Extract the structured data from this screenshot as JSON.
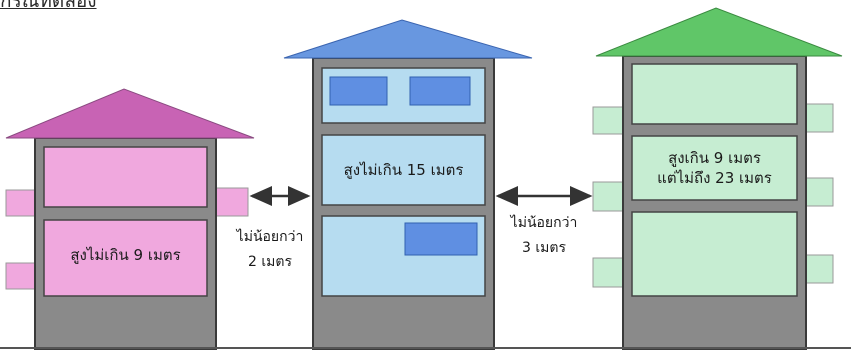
{
  "title": "กรณีทดลอง",
  "colors": {
    "roof_left": "#c863b4",
    "wall_left": "#f0a8de",
    "roof_center": "#6897e0",
    "wall_center": "#b6dcf0",
    "window_center": "#5f8fe2",
    "roof_right": "#60c668",
    "wall_right": "#c6edd2",
    "frame": "#8a8a8a",
    "frame_dark": "#3a3a3a",
    "arrow": "#333333"
  },
  "buildings": {
    "left": {
      "label": "สูงไม่เกิน 9 เมตร"
    },
    "center": {
      "label": "สูงไม่เกิน 15 เมตร"
    },
    "right": {
      "label_line1": "สูงเกิน 9 เมตร",
      "label_line2": "แต่ไม่ถึง 23 เมตร"
    }
  },
  "gaps": {
    "left": {
      "line1": "ไม่น้อยกว่า",
      "line2": "2 เมตร"
    },
    "right": {
      "line1": "ไม่น้อยกว่า",
      "line2": "3 เมตร"
    }
  }
}
